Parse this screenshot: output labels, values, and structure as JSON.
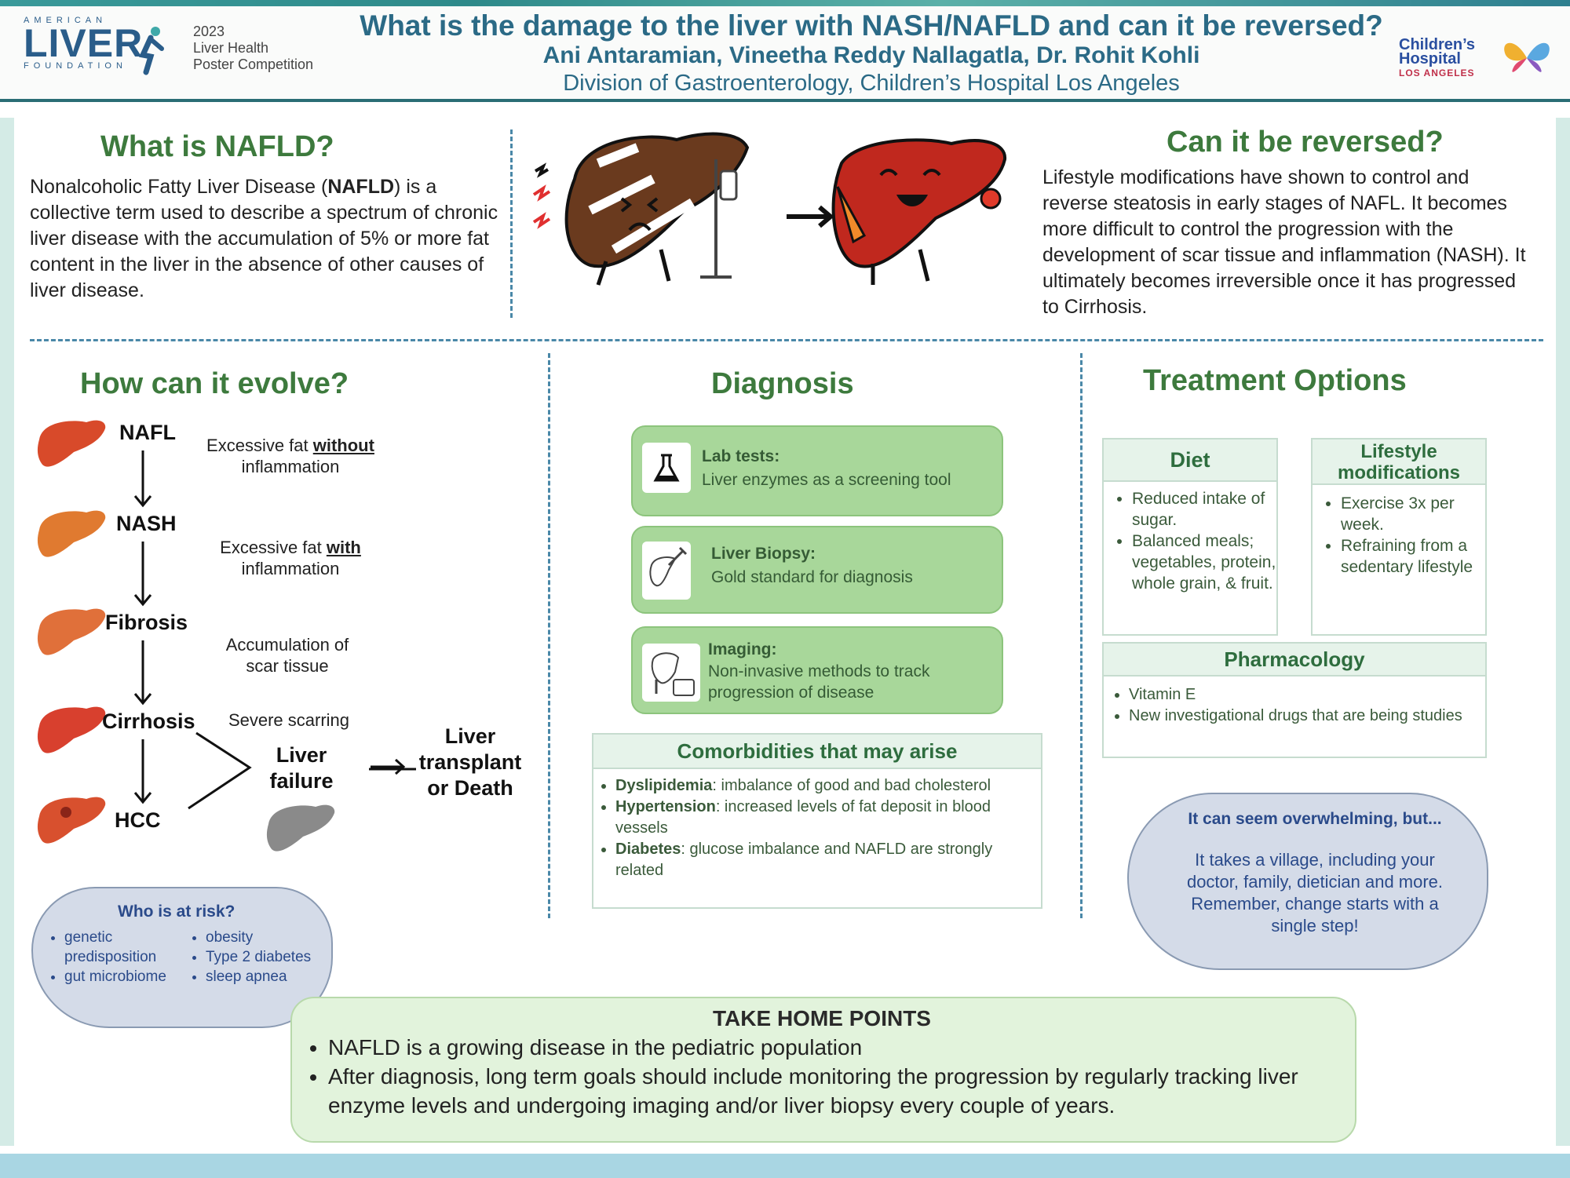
{
  "header": {
    "title": "What is the damage to the liver with NASH/NAFLD and can it be reversed?",
    "authors": "Ani Antaramian, Vineetha Reddy Nallagatla, Dr. Rohit Kohli",
    "division": "Division of Gastroenterology, Children’s Hospital Los Angeles",
    "alf_top": "AMERICAN",
    "alf_main": "LIVER",
    "alf_bottom": "FOUNDATION",
    "competition_year": "2023",
    "competition_line1": "Liver Health",
    "competition_line2": "Poster Competition",
    "chla_line1": "Children’s",
    "chla_line2": "Hospital",
    "chla_line3": "LOS ANGELES"
  },
  "nafld": {
    "heading": "What is NAFLD?",
    "text_before": "Nonalcoholic Fatty Liver Disease (",
    "text_bold": "NAFLD",
    "text_after": ") is a collective term used to describe a spectrum of chronic liver disease with the accumulation of 5% or more fat content in the liver in the absence of other causes of liver disease."
  },
  "reversed": {
    "heading": "Can it be reversed?",
    "text": "Lifestyle modifications have shown to control and reverse steatosis in early stages of NAFL. It becomes more difficult to control the progression with the development of scar tissue and inflammation (NASH). It ultimately becomes irreversible once it has progressed to Cirrhosis."
  },
  "evolve": {
    "heading": "How can it evolve?",
    "stages": [
      "NAFL",
      "NASH",
      "Fibrosis",
      "Cirrhosis",
      "HCC"
    ],
    "desc1_pre": "Excessive fat ",
    "desc1_bold": "without",
    "desc1_post": "inflammation",
    "desc2_pre": "Excessive fat ",
    "desc2_bold": "with",
    "desc2_post": "inflammation",
    "desc3": "Accumulation of scar tissue",
    "desc4": "Severe scarring",
    "liver_failure": "Liver failure",
    "outcome": "Liver transplant or Death"
  },
  "risk": {
    "heading": "Who is at risk?",
    "col1": [
      "genetic predisposition",
      "gut microbiome"
    ],
    "col2": [
      "obesity",
      "Type 2 diabetes",
      "sleep apnea"
    ]
  },
  "diagnosis": {
    "heading": "Diagnosis",
    "items": [
      {
        "title": "Lab tests:",
        "text": "Liver enzymes as a screening tool",
        "icon": "flask-icon"
      },
      {
        "title": "Liver Biopsy:",
        "text": "Gold standard for diagnosis",
        "icon": "biopsy-icon"
      },
      {
        "title": "Imaging:",
        "text": "Non-invasive methods to track progression of disease",
        "icon": "ultrasound-icon"
      }
    ],
    "comorbid_heading": "Comorbidities that may arise",
    "comorbid": [
      {
        "term": "Dyslipidemia",
        "text": ": imbalance of good and bad cholesterol"
      },
      {
        "term": "Hypertension",
        "text": ": increased levels of fat deposit in blood vessels"
      },
      {
        "term": "Diabetes",
        "text": ": glucose imbalance and NAFLD are strongly related"
      }
    ]
  },
  "treatment": {
    "heading": "Treatment Options",
    "diet_heading": "Diet",
    "diet": [
      "Reduced intake of sugar.",
      "Balanced meals; vegetables, protein, whole grain, & fruit."
    ],
    "lifestyle_heading": "Lifestyle modifications",
    "lifestyle": [
      "Exercise 3x per week.",
      "Refraining from a sedentary lifestyle"
    ],
    "pharm_heading": "Pharmacology",
    "pharm": [
      "Vitamin E",
      "New investigational drugs that are being studies"
    ],
    "cloud_heading": "It can seem overwhelming, but...",
    "cloud_text": "It takes a village, including your doctor, family, dietician and more. Remember, change starts with a single step!"
  },
  "takehome": {
    "heading": "TAKE HOME POINTS",
    "points": [
      "NAFLD is a growing disease in the pediatric population",
      "After diagnosis, long term goals should include monitoring the progression by regularly tracking liver enzyme levels and undergoing imaging and/or liver biopsy every couple of years."
    ]
  },
  "colors": {
    "header_text": "#2b6a86",
    "heading_green": "#3d7a3d",
    "diag_green": "#a8d79a",
    "liver_red": "#c9402c",
    "cloud_blue": "#d4dbe8"
  }
}
